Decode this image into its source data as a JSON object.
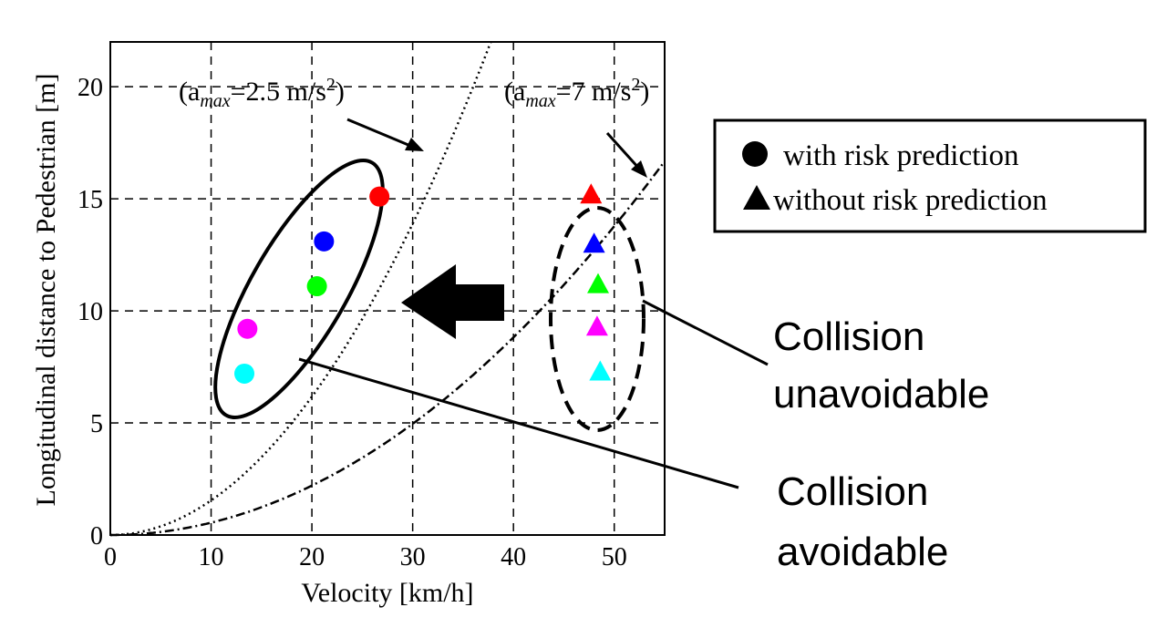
{
  "chart_data": {
    "type": "scatter",
    "xlabel": "Velocity [km/h]",
    "ylabel": "Longitudinal distance to Pedestrian [m]",
    "xlim": [
      0,
      55
    ],
    "ylim": [
      0,
      22
    ],
    "xticks": [
      0,
      10,
      20,
      30,
      40,
      50
    ],
    "yticks": [
      0,
      5,
      10,
      15,
      20
    ],
    "grid": true,
    "series": [
      {
        "name": "with risk prediction",
        "marker": "circle",
        "points": [
          {
            "x": 26.7,
            "y": 15.1,
            "color": "#ff0000"
          },
          {
            "x": 21.2,
            "y": 13.1,
            "color": "#0000ff"
          },
          {
            "x": 20.5,
            "y": 11.1,
            "color": "#00ff00"
          },
          {
            "x": 13.6,
            "y": 9.2,
            "color": "#ff00ff"
          },
          {
            "x": 13.3,
            "y": 7.2,
            "color": "#00ffff"
          }
        ]
      },
      {
        "name": "without risk prediction",
        "marker": "triangle",
        "points": [
          {
            "x": 47.7,
            "y": 15.2,
            "color": "#ff0000"
          },
          {
            "x": 48.0,
            "y": 13.0,
            "color": "#0000ff"
          },
          {
            "x": 48.4,
            "y": 11.2,
            "color": "#00ff00"
          },
          {
            "x": 48.3,
            "y": 9.3,
            "color": "#ff00ff"
          },
          {
            "x": 48.6,
            "y": 7.3,
            "color": "#00ffff"
          }
        ]
      }
    ],
    "curves": [
      {
        "label_prefix": "(a",
        "label_sub": "max",
        "label_mid": "=2.5 m/s",
        "label_sup": "2",
        "label_suffix": ")",
        "a": 2.5,
        "style": "dotted"
      },
      {
        "label_prefix": "(a",
        "label_sub": "max",
        "label_mid": "=7 m/s",
        "label_sup": "2",
        "label_suffix": ")",
        "a": 7,
        "style": "dashdot"
      }
    ],
    "legend": {
      "position": "right",
      "items": [
        {
          "marker": "circle",
          "label": "with risk prediction"
        },
        {
          "marker": "triangle",
          "label": "without risk prediction"
        }
      ]
    },
    "annotations": {
      "unavoidable_line1": "Collision",
      "unavoidable_line2": "unavoidable",
      "avoidable_line1": "Collision",
      "avoidable_line2": "avoidable"
    }
  }
}
